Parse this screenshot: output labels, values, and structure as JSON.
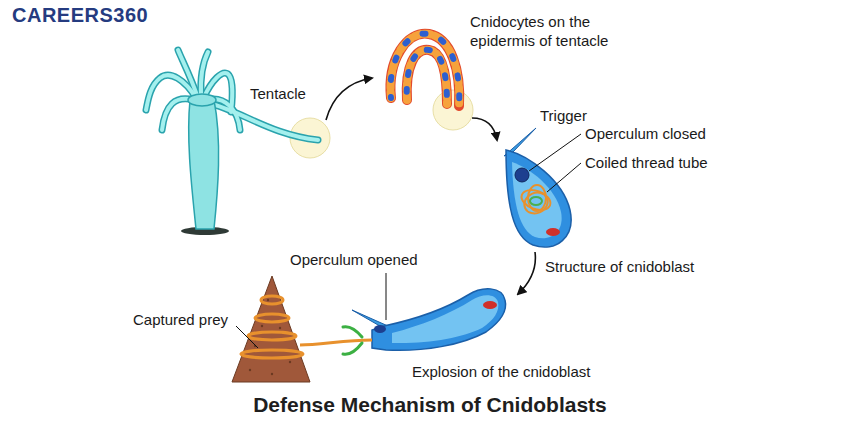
{
  "diagram": {
    "title": "Defense Mechanism of Cnidoblasts",
    "labels": [
      "CAREERS360",
      "Tentacle",
      "Cnidocytes on the epidermis of tentacle",
      "Trigger",
      "Operculum closed",
      "Coiled thread tube",
      "Structure of cnidoblast",
      "Operculum opened",
      "Captured prey",
      "Explosion of the cnidoblast"
    ]
  }
}
